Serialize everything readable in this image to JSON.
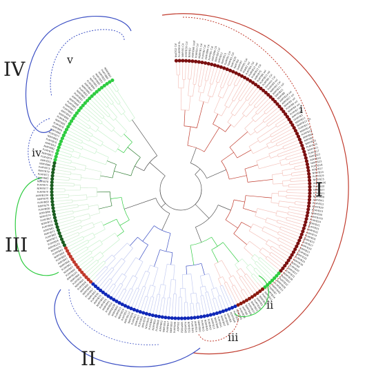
{
  "figure": {
    "groups": [
      {
        "id": "I",
        "label": "I",
        "color": "#c0392b"
      },
      {
        "id": "II",
        "label": "II",
        "color": "#3b4fc4"
      },
      {
        "id": "III",
        "label": "III",
        "color": "#2ecc40"
      },
      {
        "id": "IV",
        "label": "IV",
        "color": "#3b4fc4"
      }
    ],
    "subgroups": [
      {
        "id": "i",
        "label": "i",
        "color": "#c0392b"
      },
      {
        "id": "ii",
        "label": "ii",
        "color": "#2ecc40"
      },
      {
        "id": "iii",
        "label": "iii",
        "color": "#c0392b"
      },
      {
        "id": "iv",
        "label": "iv",
        "color": "#3b4fc4"
      },
      {
        "id": "v",
        "label": "v",
        "color": "#3b4fc4"
      }
    ],
    "leaf_labels": [
      "NtATG2 Cal",
      "PmMYB30 SL",
      "NtMYB1 CA",
      "AtMYB30 Cal",
      "NtMYB2",
      "AtMYB60 Leaf",
      "PcMYB3 Cal",
      "MdMYB1 Cal",
      "PcMYB2 Cal",
      "AtMYB94 CA",
      "PcMYB1 Cal",
      "AtMYB96 CA",
      "NtMYB4 Cal",
      "SlMYB12",
      "NtMYB13",
      "PaMYB1 Cal",
      "FaMYB1 Cal",
      "NtMYB26",
      "PaMYB4",
      "OsMYB7",
      "AtMYB5 Cal",
      "PhAN2 sol",
      "PcMYB4 Cal",
      "PcMYB10 sol",
      "PcMYB12 Cal",
      "AtMYB75",
      "PcMYB6 sol",
      "PcMYB15 sol",
      "PcMYB5 Cal",
      "Dimoloc Cal",
      "PcMYB9 sol",
      "NtMYB3 Cal",
      "AtMYB21 sol",
      "SlMYB21",
      "NtMYB8",
      "AtMYB24 sol",
      "AtMYB57 sol",
      "NtMYB5 sol",
      "PcMYB8 sol",
      "NtMYB9 sol",
      "PcMYB7 sol",
      "AtMYB123",
      "GhMYB3",
      "NtMYB11",
      "NtMYB12 CA",
      "PcMYB11",
      "NtMYB14",
      "PcMYB14",
      "AtMYB66",
      "AtMYB0",
      "NtMYB20",
      "PcMYB16",
      "NtMYB21",
      "PcMYB17",
      "NtMYB22",
      "AtMYB16",
      "NtMYB23",
      "PcMYB18",
      "AtMYB17",
      "NtMYB24",
      "PcMYB19",
      "NtMYB25",
      "AtMYB106",
      "PcMYB20",
      "NtMYB27",
      "PcMYB21",
      "NtMYB28",
      "AtMYB41",
      "PcMYB22",
      "NtMYB29",
      "PcMYB23",
      "NtMYB30",
      "AtMYB102",
      "PcMYB24",
      "NtMYB31",
      "PcMYB25",
      "NtMYB32",
      "AtMYB74",
      "PcMYB26",
      "NtMYB33",
      "PcMYB27",
      "NtMYB34",
      "AtMYB15",
      "PcMYB28",
      "NtMYB35",
      "PcMYB29",
      "NtMYB36",
      "AtMYB4",
      "PcMYB30",
      "NtMYB37",
      "PcMYB31",
      "NtMYB38",
      "AtMYB32",
      "PcMYB32",
      "NtMYB39",
      "PcMYB33",
      "NtMYB40",
      "AtMYB7",
      "PcMYB34",
      "NtMYB41",
      "PcMYB35",
      "NtMYB42",
      "AtMYB3",
      "PcMYB36",
      "NtMYB43",
      "PcMYB37",
      "NtMYB44",
      "AtMYB6",
      "PcMYB38",
      "NtMYB45",
      "PcMYB39",
      "NtMYB46",
      "AtMYB8",
      "PcMYB40",
      "NtMYB47",
      "PcMYB41",
      "NtMYB48",
      "AtMYB13",
      "PcMYB42",
      "NtMYB49",
      "PcMYB43",
      "NtMYB50",
      "AtMYB14",
      "PcMYB44",
      "NtMYB51",
      "PcMYB45",
      "NtMYB52",
      "AtMYB2",
      "PcMYB46",
      "NtMYB53",
      "PcMYB47",
      "NtMYB54",
      "AtMYB62",
      "PcMYB48",
      "NtMYB55",
      "PcMYB49",
      "NtMYB56",
      "AtMYB78",
      "PcMYB50",
      "NtMYB57",
      "PcMYB51",
      "NtMYB58",
      "AtMYB112",
      "PcMYB52",
      "NtMYB59",
      "PcMYB53",
      "NtMYB60",
      "AtMYB108",
      "PcMYB54",
      "NtMYB61",
      "PcMYB55",
      "NtMYB62",
      "AtMYB33",
      "PcMYB56",
      "NtMYB63",
      "PcMYB57",
      "NtMYB64",
      "AtMYB65",
      "PcMYB58",
      "NtMYB65",
      "PcMYB59",
      "NtMYB66",
      "AtMYB101",
      "PcMYB60",
      "NtMYB67",
      "PcMYB61",
      "NtMYB68",
      "AtMYB97",
      "PcMYB62",
      "NtMYB69",
      "PcMYB63",
      "NtMYB70",
      "AtMYB120",
      "PcMYB64",
      "NtMYB71",
      "PcMYB65",
      "NtMYB72",
      "AtMYB81",
      "PcMYB66",
      "NtMYB73",
      "PcMYB67",
      "NtMYB74",
      "AtMYB98",
      "PcMYB68",
      "NtMYB75",
      "PcMYB69",
      "NtMYB76",
      "AtMYB104",
      "PcMYB70",
      "NtMYB77",
      "PcMYB71",
      "NtMYB78",
      "AtMYB85",
      "PcMYB72",
      "NtMYB79",
      "PcMYB73",
      "NtMYB80",
      "AtMYB52",
      "PcMYB74",
      "NtMYB81",
      "PcMYB75",
      "NtMYB82",
      "AtMYB54",
      "PcMYB76",
      "NtMYB83",
      "PcMYB77",
      "NtMYB84",
      "AtMYB69",
      "PcMYB78",
      "NtMYB85",
      "PcMYB79",
      "NtMYB86",
      "AtMYB58",
      "PcMYB80",
      "NtMYB87",
      "PcMYB81",
      "NtMYB88",
      "AtMYB63",
      "PcMYB82",
      "NtMYB89",
      "PcMYB83",
      "NtMYB90",
      "AtMYB42",
      "PcMYB84",
      "NtMYB91",
      "PcMYB85",
      "NtMYB92",
      "AtMYB20",
      "PcMYB86",
      "NtMYB93"
    ]
  }
}
